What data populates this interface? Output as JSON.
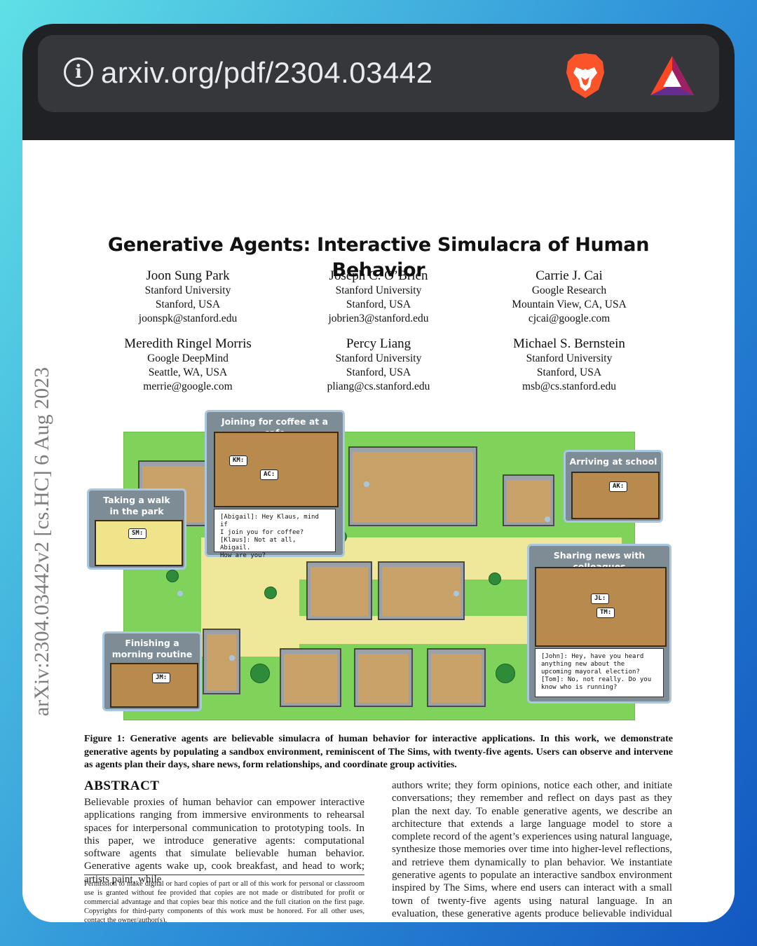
{
  "browser": {
    "url": "arxiv.org/pdf/2304.03442",
    "info_icon": "i",
    "icons": [
      "info-icon",
      "brave-lion-icon",
      "bat-triangle-icon"
    ]
  },
  "paper": {
    "side_stamp": "arXiv:2304.03442v2  [cs.HC]  6 Aug 2023",
    "title": "Generative Agents: Interactive Simulacra of Human Behavior",
    "authors": [
      {
        "name": "Joon Sung Park",
        "affiliation": "Stanford University",
        "location": "Stanford, USA",
        "email": "joonspk@stanford.edu"
      },
      {
        "name": "Joseph C. O’Brien",
        "affiliation": "Stanford University",
        "location": "Stanford, USA",
        "email": "jobrien3@stanford.edu"
      },
      {
        "name": "Carrie J. Cai",
        "affiliation": "Google Research",
        "location": "Mountain View, CA, USA",
        "email": "cjcai@google.com"
      },
      {
        "name": "Meredith Ringel Morris",
        "affiliation": "Google DeepMind",
        "location": "Seattle, WA, USA",
        "email": "merrie@google.com"
      },
      {
        "name": "Percy Liang",
        "affiliation": "Stanford University",
        "location": "Stanford, USA",
        "email": "pliang@cs.stanford.edu"
      },
      {
        "name": "Michael S. Bernstein",
        "affiliation": "Stanford University",
        "location": "Stanford, USA",
        "email": "msb@cs.stanford.edu"
      }
    ],
    "figure": {
      "callouts": {
        "cafe": {
          "title": "Joining for coffee at a cafe",
          "bubbles": [
            "KM:",
            "AC:"
          ],
          "dialog": "[Abigail]: Hey Klaus, mind if\nI join you for coffee?\n[Klaus]: Not at all, Abigail.\nHow are you?"
        },
        "walk": {
          "title": "Taking a walk\nin the park",
          "bubbles": [
            "SM:"
          ]
        },
        "school": {
          "title": "Arriving at school",
          "bubbles": [
            "AK:"
          ]
        },
        "news": {
          "title": "Sharing news with colleagues",
          "bubbles": [
            "JL:",
            "TM:"
          ],
          "dialog": "[John]: Hey, have you heard\nanything new about the\nupcoming mayoral election?\n[Tom]: No, not really. Do you\nknow who is running?"
        },
        "morning": {
          "title": "Finishing a\nmorning routine",
          "bubbles": [
            "JM:"
          ]
        }
      }
    },
    "caption": "Figure 1: Generative agents are believable simulacra of human behavior for interactive applications. In this work, we demonstrate generative agents by populating a sandbox environment, reminiscent of The Sims, with twenty-five agents. Users can observe and intervene as agents plan their days, share news, form relationships, and coordinate group activities.",
    "abstract_heading": "ABSTRACT",
    "abstract_left": "Believable proxies of human behavior can empower interactive applications ranging from immersive environments to rehearsal spaces for interpersonal communication to prototyping tools. In this paper, we introduce generative agents: computational software agents that simulate believable human behavior. Generative agents wake up, cook breakfast, and head to work; artists paint, while",
    "abstract_right": "authors write; they form opinions, notice each other, and initiate conversations; they remember and reflect on days past as they plan the next day. To enable generative agents, we describe an architecture that extends a large language model to store a complete record of the agent’s experiences using natural language, synthesize those memories over time into higher-level reflections, and retrieve them dynamically to plan behavior. We instantiate generative agents to populate an interactive sandbox environment inspired by The Sims, where end users can interact with a small town of twenty-five agents using natural language. In an evaluation, these generative agents produce believable individual and emergent social behav-",
    "permission": "Permission to make digital or hard copies of part or all of this work for personal or classroom use is granted without fee provided that copies are not made or distributed for profit or commercial advantage and that copies bear this notice and the full citation on the first page. Copyrights for third-party components of this work must be honored. For all other uses, contact the owner/author(s)."
  }
}
